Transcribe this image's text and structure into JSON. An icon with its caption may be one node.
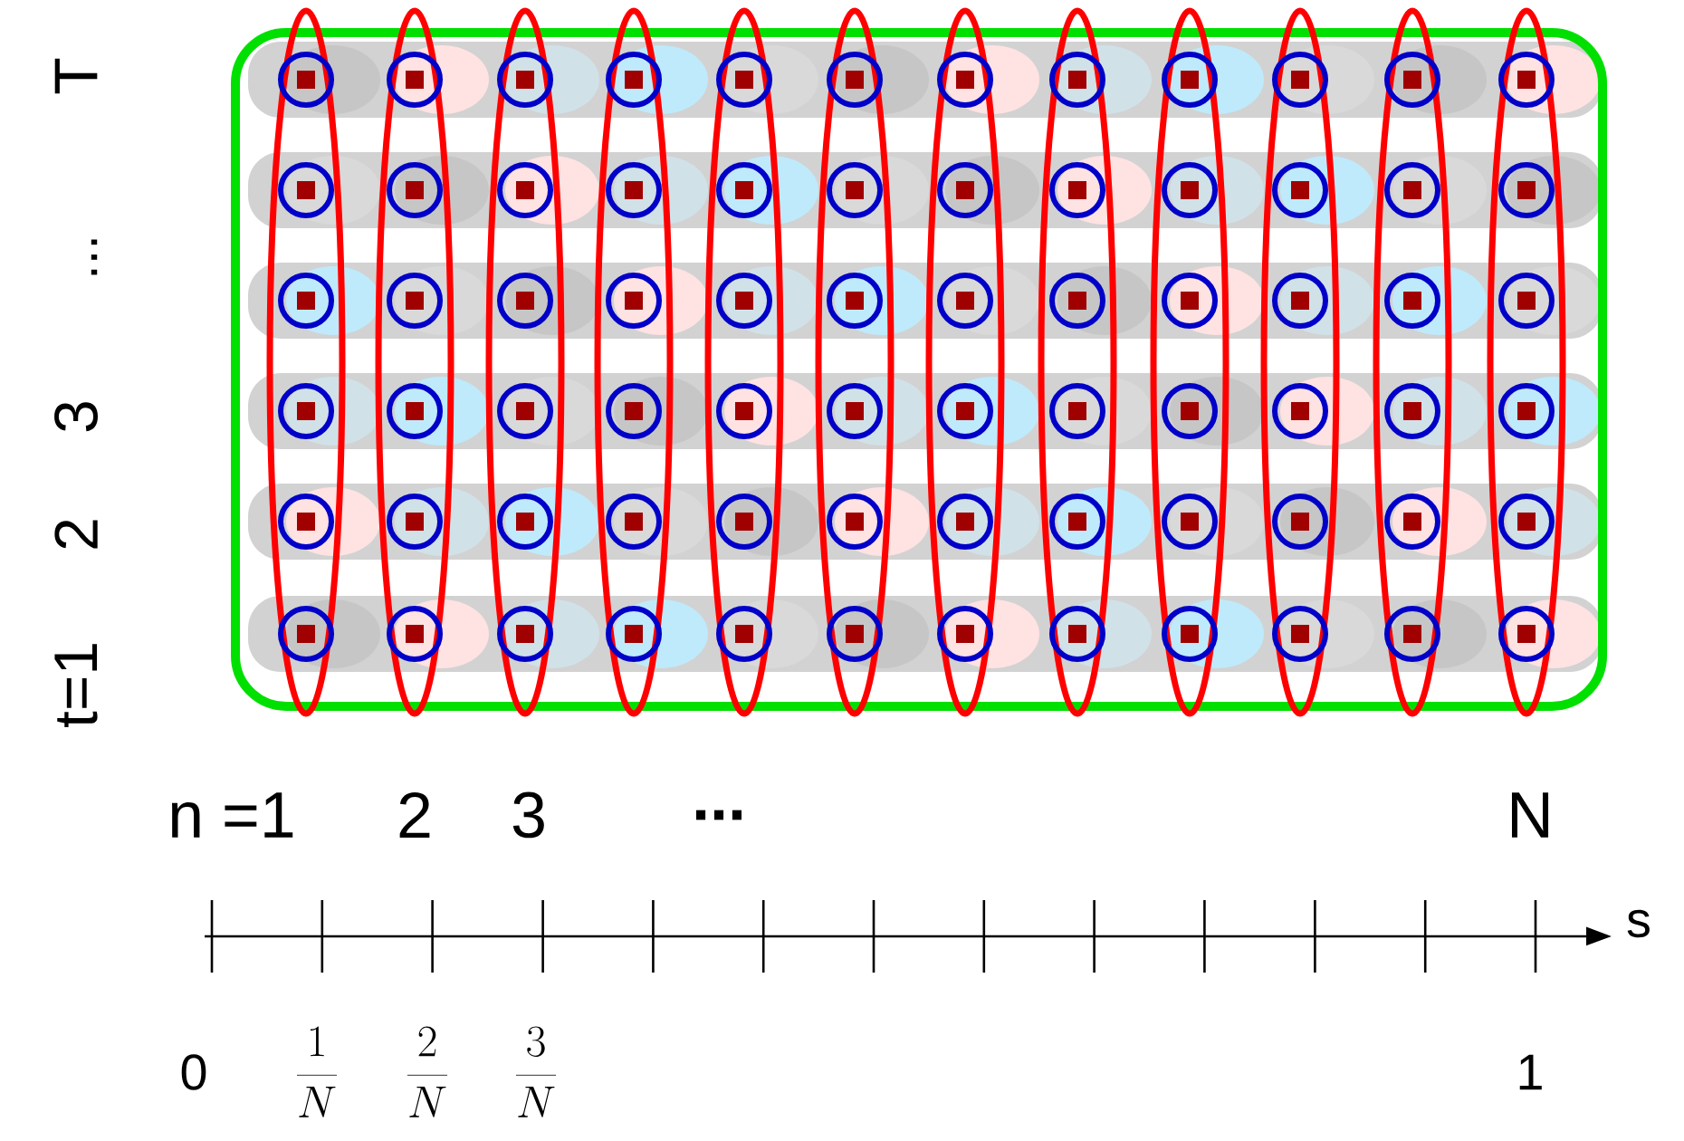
{
  "diagram": {
    "labels": [
      "T",
      "...",
      "3",
      "2",
      "t=1",
      "n =1",
      "2",
      "3",
      "...",
      "N",
      "s",
      "0",
      "\\frac{1}{N}",
      "\\frac{2}{N}",
      "\\frac{3}{N}",
      "1"
    ]
  }
}
